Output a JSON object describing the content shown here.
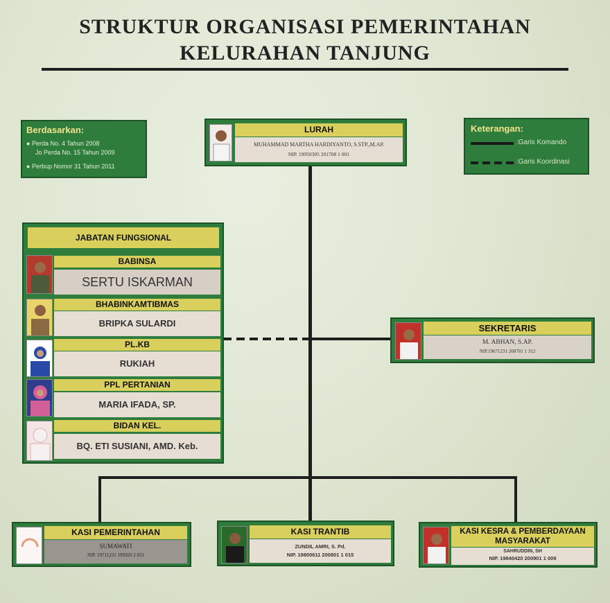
{
  "title": {
    "line1": "STRUKTUR ORGANISASI PEMERINTAHAN",
    "line2": "KELURAHAN TANJUNG"
  },
  "basis": {
    "heading": "Berdasarkan:",
    "items": [
      "Perda No. 4 Tahun 2008",
      "Jo Perda No. 15 Tahun 2009",
      "Perbup Nomor 31 Tahun 2011"
    ]
  },
  "legend": {
    "heading": "Keterangan:",
    "solid_label": ":Garis Komando",
    "dashed_label": ":Garis Koordinasi"
  },
  "lurah": {
    "role": "LURAH",
    "name": "MUHAMMAD MARTHA HARDIYANTO, S.STP.,M.AP.",
    "nip": "NIP. 19950305 201708 1 001"
  },
  "sekretaris": {
    "role": "SEKRETARIS",
    "name": "M. ABHAN, S.AP.",
    "nip": "NIP.19671231 200701 1 312"
  },
  "fungsional": {
    "heading": "JABATAN FUNGSIONAL",
    "members": [
      {
        "role": "BABINSA",
        "name": "SERTU ISKARMAN"
      },
      {
        "role": "BHABINKAMTIBMAS",
        "name": "BRIPKA SULARDI"
      },
      {
        "role": "PL.KB",
        "name": "RUKIAH"
      },
      {
        "role": "PPL PERTANIAN",
        "name": "MARIA IFADA, SP."
      },
      {
        "role": "BIDAN KEL.",
        "name": "BQ. ETI SUSIANI, AMD. Keb."
      }
    ]
  },
  "kasi": [
    {
      "role": "KASI PEMERINTAHAN",
      "name": "SUMAWATI",
      "nip": "NIP. 19711231 199203 2 031"
    },
    {
      "role": "KASI  TRANTIB",
      "name": "ZUNDIL AMRI, S. Pd.",
      "nip": "NIP. 19800611 200801 1 015"
    },
    {
      "role": "KASI KESRA & PEMBERDAYAAN MASYARAKAT",
      "name": "SAHRUDDIN, SH",
      "nip": "NIP. 19840420 200901 1 009"
    }
  ],
  "colors": {
    "board_green": "#2e7d3c",
    "label_yellow": "#d8cf5c",
    "name_panel": "#e6ddd3",
    "line": "#1e1e1e"
  }
}
